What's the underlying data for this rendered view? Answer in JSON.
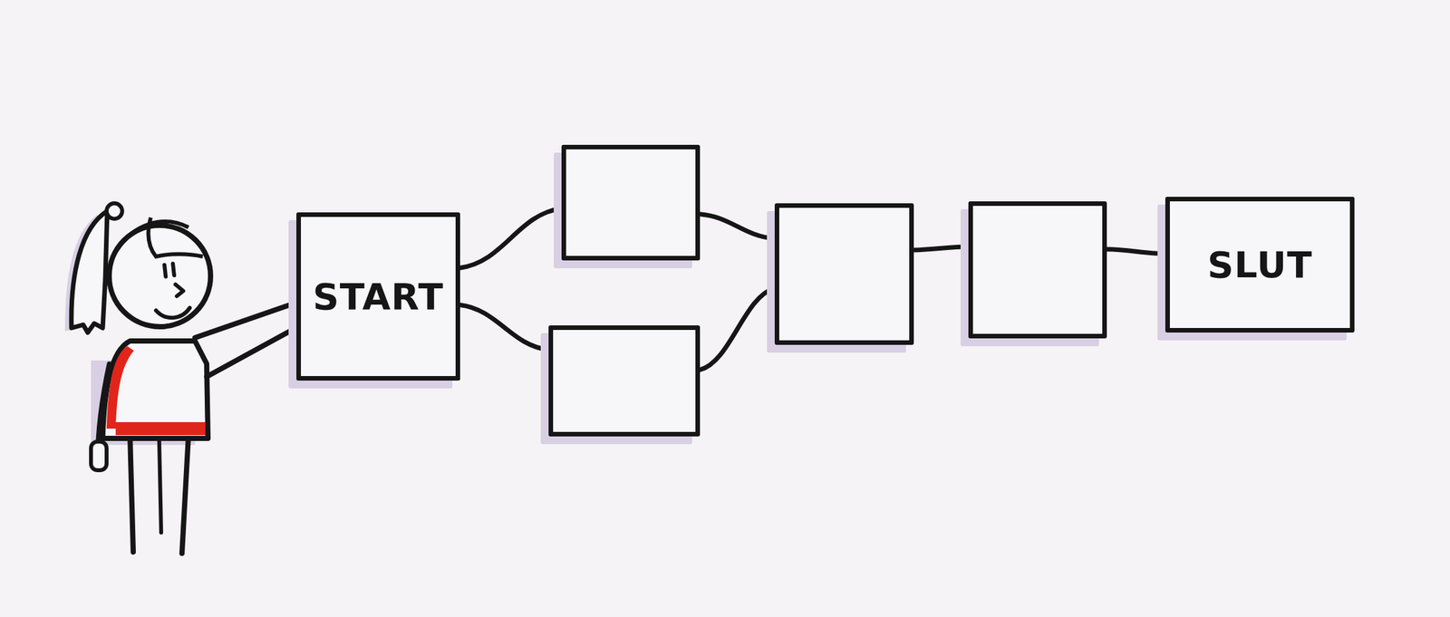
{
  "diagram": {
    "nodes": [
      {
        "text": [
          "START"
        ]
      },
      {
        "text": []
      },
      {
        "text": []
      },
      {
        "text": []
      },
      {
        "text": []
      },
      {
        "text": [
          "SLUT"
        ]
      }
    ],
    "edges": [
      {
        "from": 0,
        "to": 1,
        "arrow": "none"
      },
      {
        "from": 0,
        "to": 2,
        "arrow": "none"
      },
      {
        "from": 1,
        "to": 3,
        "arrow": "none"
      },
      {
        "from": 2,
        "to": 3,
        "arrow": "none"
      },
      {
        "from": 3,
        "to": 4,
        "arrow": "none"
      },
      {
        "from": 4,
        "to": 5,
        "arrow": "none"
      }
    ]
  }
}
